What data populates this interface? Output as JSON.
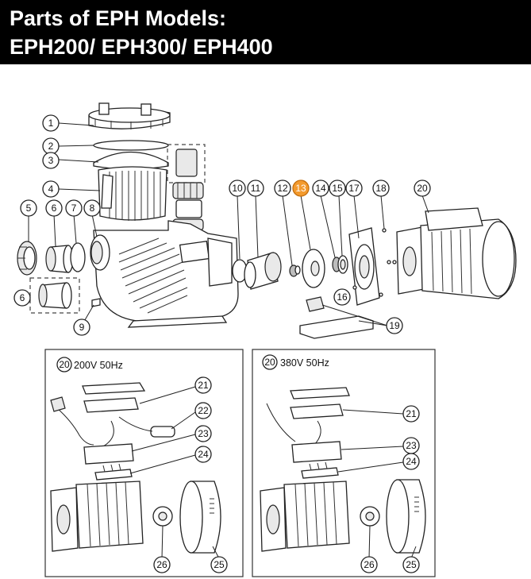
{
  "header": {
    "line1": "Parts of EPH Models:",
    "line2": "EPH200/ EPH300/ EPH400"
  },
  "highlight_color": "#f39a2e",
  "callouts": [
    "1",
    "2",
    "3",
    "4",
    "5",
    "6",
    "7",
    "8",
    "6",
    "9",
    "10",
    "11",
    "12",
    "13",
    "14",
    "15",
    "16",
    "17",
    "18",
    "19",
    "20"
  ],
  "highlighted_part": "13",
  "panels": [
    {
      "label_num": "20",
      "label_text": "200V 50Hz",
      "callouts": [
        "21",
        "22",
        "23",
        "24",
        "26",
        "25"
      ]
    },
    {
      "label_num": "20",
      "label_text": "380V 50Hz",
      "callouts": [
        "21",
        "23",
        "24",
        "26",
        "25"
      ]
    }
  ]
}
